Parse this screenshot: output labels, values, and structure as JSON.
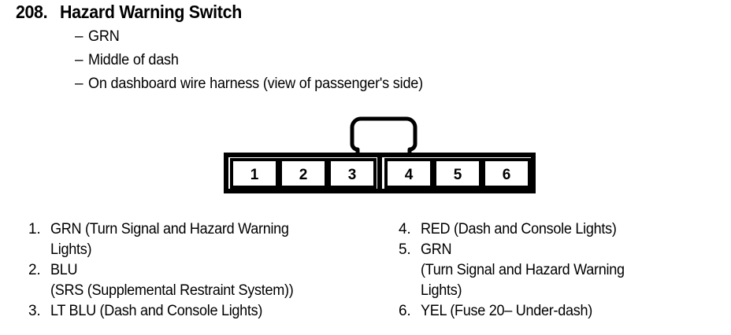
{
  "heading": {
    "number": "208.",
    "title": "Hazard Warning Switch",
    "dash": "–",
    "bullets": [
      "GRN",
      "Middle of dash",
      "On dashboard wire harness (view of passenger's side)"
    ]
  },
  "connector": {
    "name": "6-pin wire harness connector",
    "latch_tab": "latch tab",
    "pin_count": 6,
    "pins": [
      "1",
      "2",
      "3",
      "4",
      "5",
      "6"
    ],
    "line_color": "#000000",
    "fill_color": "#ffffff"
  },
  "legend": {
    "left": [
      {
        "number": "1.",
        "lines": [
          "GRN (Turn Signal and Hazard Warning",
          "Lights)"
        ]
      },
      {
        "number": "2.",
        "lines": [
          "BLU",
          "(SRS (Supplemental Restraint System))"
        ]
      },
      {
        "number": "3.",
        "lines": [
          "LT BLU (Dash and Console Lights)"
        ]
      }
    ],
    "right": [
      {
        "number": "4.",
        "lines": [
          "RED (Dash and Console Lights)"
        ]
      },
      {
        "number": "5.",
        "lines": [
          "GRN",
          "(Turn Signal and Hazard Warning",
          "Lights)"
        ]
      },
      {
        "number": "6.",
        "lines": [
          "YEL (Fuse 20– Under-dash)"
        ]
      }
    ]
  }
}
